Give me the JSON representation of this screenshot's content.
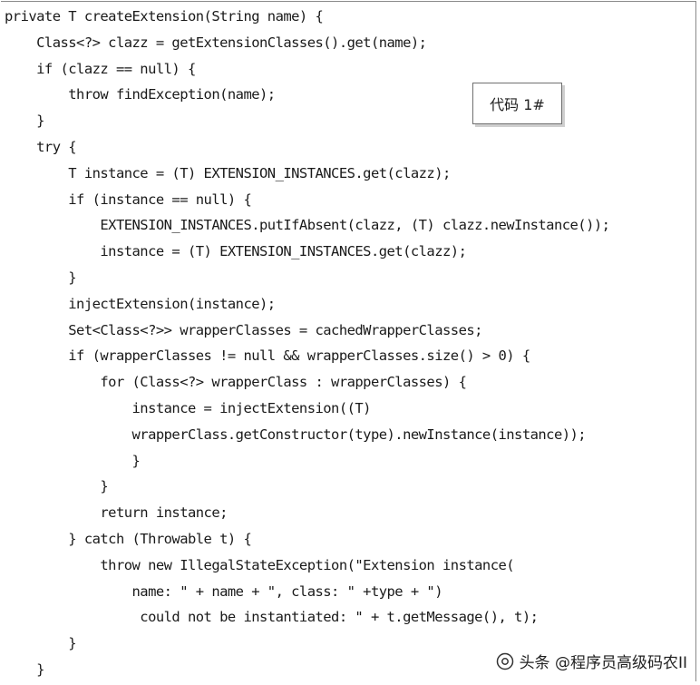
{
  "code": {
    "lines": [
      "private T createExtension(String name) {",
      "    Class<?> clazz = getExtensionClasses().get(name);",
      "    if (clazz == null) {",
      "        throw findException(name);",
      "    }",
      "    try {",
      "        T instance = (T) EXTENSION_INSTANCES.get(clazz);",
      "        if (instance == null) {",
      "            EXTENSION_INSTANCES.putIfAbsent(clazz, (T) clazz.newInstance());",
      "            instance = (T) EXTENSION_INSTANCES.get(clazz);",
      "        }",
      "        injectExtension(instance);",
      "        Set<Class<?>> wrapperClasses = cachedWrapperClasses;",
      "        if (wrapperClasses != null && wrapperClasses.size() > 0) {",
      "            for (Class<?> wrapperClass : wrapperClasses) {",
      "                instance = injectExtension((T)",
      "                wrapperClass.getConstructor(type).newInstance(instance));",
      "                }",
      "            }",
      "            return instance;",
      "        } catch (Throwable t) {",
      "            throw new IllegalStateException(\"Extension instance(",
      "                name: \" + name + \", class: \" +type + \")",
      "                 could not be instantiated: \" + t.getMessage(), t);",
      "        }",
      "    }"
    ]
  },
  "label_box": {
    "text": "代码 1#"
  },
  "watermark": {
    "text": "头条 @程序员高级码农II",
    "icon": "camera-circle-icon"
  }
}
